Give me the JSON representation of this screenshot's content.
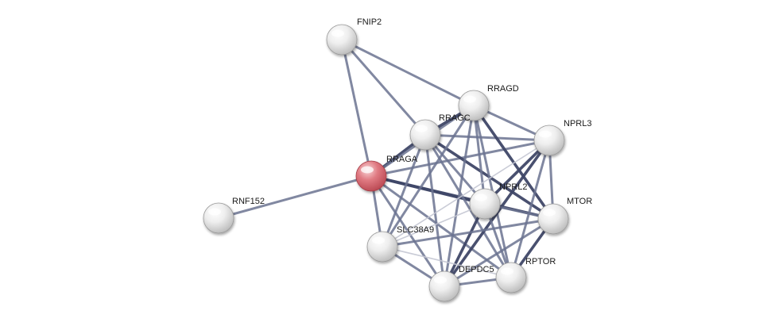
{
  "network": {
    "colors": {
      "edge_strong": "#3f4767",
      "edge_medium": "#6b7391",
      "edge_light": "#c4c7d3",
      "node_default": "#e6e6e6",
      "node_query": "#d9656f"
    },
    "nodes": [
      {
        "id": "FNIP2",
        "label": "FNIP2",
        "query": false
      },
      {
        "id": "RRAGD",
        "label": "RRAGD",
        "query": false
      },
      {
        "id": "RRAGC",
        "label": "RRAGC",
        "query": false
      },
      {
        "id": "NPRL3",
        "label": "NPRL3",
        "query": false
      },
      {
        "id": "RRAGA",
        "label": "RRAGA",
        "query": true
      },
      {
        "id": "NPRL2",
        "label": "NPRL2",
        "query": false
      },
      {
        "id": "MTOR",
        "label": "MTOR",
        "query": false
      },
      {
        "id": "RNF152",
        "label": "RNF152",
        "query": false
      },
      {
        "id": "SLC38A9",
        "label": "SLC38A9",
        "query": false
      },
      {
        "id": "RPTOR",
        "label": "RPTOR",
        "query": false
      },
      {
        "id": "DEPDC5",
        "label": "DEPDC5",
        "query": false
      }
    ],
    "edges": [
      {
        "source": "FNIP2",
        "target": "RRAGA",
        "strength": "medium"
      },
      {
        "source": "FNIP2",
        "target": "RRAGC",
        "strength": "medium"
      },
      {
        "source": "FNIP2",
        "target": "RRAGD",
        "strength": "medium"
      },
      {
        "source": "RNF152",
        "target": "RRAGA",
        "strength": "medium"
      },
      {
        "source": "RRAGA",
        "target": "RRAGC",
        "strength": "strong"
      },
      {
        "source": "RRAGA",
        "target": "RRAGD",
        "strength": "medium"
      },
      {
        "source": "RRAGA",
        "target": "NPRL3",
        "strength": "medium"
      },
      {
        "source": "RRAGA",
        "target": "NPRL2",
        "strength": "strong"
      },
      {
        "source": "RRAGA",
        "target": "MTOR",
        "strength": "strong"
      },
      {
        "source": "RRAGA",
        "target": "SLC38A9",
        "strength": "medium"
      },
      {
        "source": "RRAGA",
        "target": "DEPDC5",
        "strength": "medium"
      },
      {
        "source": "RRAGA",
        "target": "RPTOR",
        "strength": "medium"
      },
      {
        "source": "RRAGC",
        "target": "RRAGD",
        "strength": "strong"
      },
      {
        "source": "RRAGC",
        "target": "NPRL3",
        "strength": "medium"
      },
      {
        "source": "RRAGC",
        "target": "NPRL2",
        "strength": "medium"
      },
      {
        "source": "RRAGC",
        "target": "MTOR",
        "strength": "strong"
      },
      {
        "source": "RRAGC",
        "target": "SLC38A9",
        "strength": "medium"
      },
      {
        "source": "RRAGC",
        "target": "DEPDC5",
        "strength": "medium"
      },
      {
        "source": "RRAGC",
        "target": "RPTOR",
        "strength": "medium"
      },
      {
        "source": "RRAGD",
        "target": "NPRL3",
        "strength": "medium"
      },
      {
        "source": "RRAGD",
        "target": "NPRL2",
        "strength": "medium"
      },
      {
        "source": "RRAGD",
        "target": "MTOR",
        "strength": "strong"
      },
      {
        "source": "RRAGD",
        "target": "SLC38A9",
        "strength": "medium"
      },
      {
        "source": "RRAGD",
        "target": "DEPDC5",
        "strength": "medium"
      },
      {
        "source": "RRAGD",
        "target": "RPTOR",
        "strength": "medium"
      },
      {
        "source": "NPRL3",
        "target": "NPRL2",
        "strength": "strong"
      },
      {
        "source": "NPRL3",
        "target": "MTOR",
        "strength": "medium"
      },
      {
        "source": "NPRL3",
        "target": "SLC38A9",
        "strength": "light"
      },
      {
        "source": "NPRL3",
        "target": "DEPDC5",
        "strength": "strong"
      },
      {
        "source": "NPRL3",
        "target": "RPTOR",
        "strength": "medium"
      },
      {
        "source": "NPRL2",
        "target": "MTOR",
        "strength": "medium"
      },
      {
        "source": "NPRL2",
        "target": "SLC38A9",
        "strength": "light"
      },
      {
        "source": "NPRL2",
        "target": "DEPDC5",
        "strength": "strong"
      },
      {
        "source": "NPRL2",
        "target": "RPTOR",
        "strength": "medium"
      },
      {
        "source": "MTOR",
        "target": "SLC38A9",
        "strength": "medium"
      },
      {
        "source": "MTOR",
        "target": "DEPDC5",
        "strength": "medium"
      },
      {
        "source": "MTOR",
        "target": "RPTOR",
        "strength": "strong"
      },
      {
        "source": "SLC38A9",
        "target": "DEPDC5",
        "strength": "medium"
      },
      {
        "source": "SLC38A9",
        "target": "RPTOR",
        "strength": "light"
      },
      {
        "source": "DEPDC5",
        "target": "RPTOR",
        "strength": "medium"
      }
    ]
  }
}
